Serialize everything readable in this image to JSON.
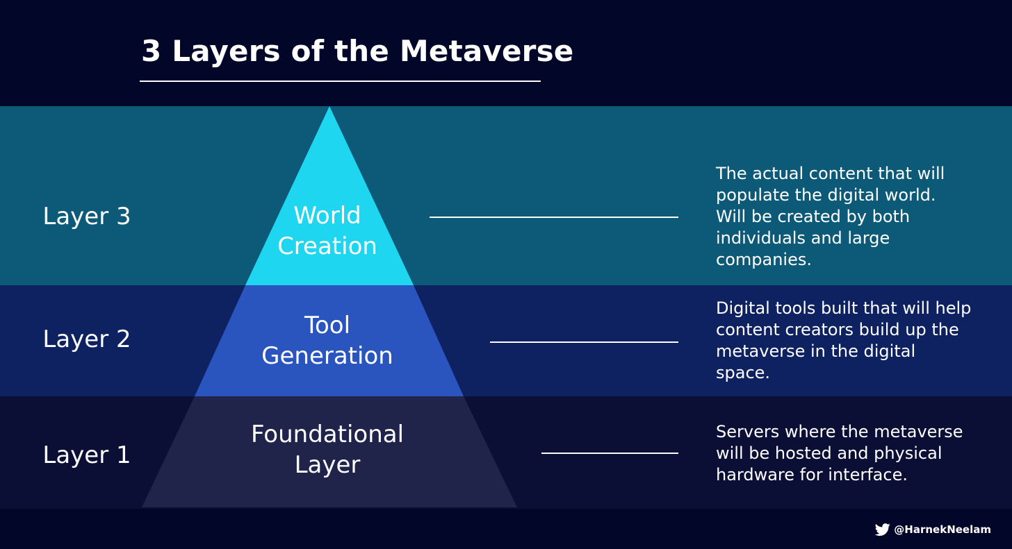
{
  "title": "3 Layers of the Metaverse",
  "colors": {
    "background": "#020628",
    "band_layer3": "#0d5a78",
    "band_layer2": "#0e2161",
    "band_layer1": "#0c0f35",
    "tier_world_creation": "#1fd6f0",
    "tier_tool_generation": "#2a55be",
    "tier_foundational": "#20234a",
    "text": "#ffffff"
  },
  "layers": [
    {
      "label": "Layer 3",
      "tier_lines": [
        "World",
        "Creation"
      ],
      "description_lines": [
        "The actual content that will",
        "populate the digital world.",
        "Will be created by both",
        "individuals and large",
        "companies."
      ]
    },
    {
      "label": "Layer 2",
      "tier_lines": [
        "Tool",
        "Generation"
      ],
      "description_lines": [
        "Digital tools built that will help",
        "content creators build up the",
        "metaverse in the digital",
        "space."
      ]
    },
    {
      "label": "Layer 1",
      "tier_lines": [
        "Foundational",
        "Layer"
      ],
      "description_lines": [
        "Servers where the metaverse",
        "will be hosted and physical",
        "hardware for interface."
      ]
    }
  ],
  "credit": {
    "icon": "twitter-bird-icon",
    "handle": "@HarnekNeelam"
  }
}
